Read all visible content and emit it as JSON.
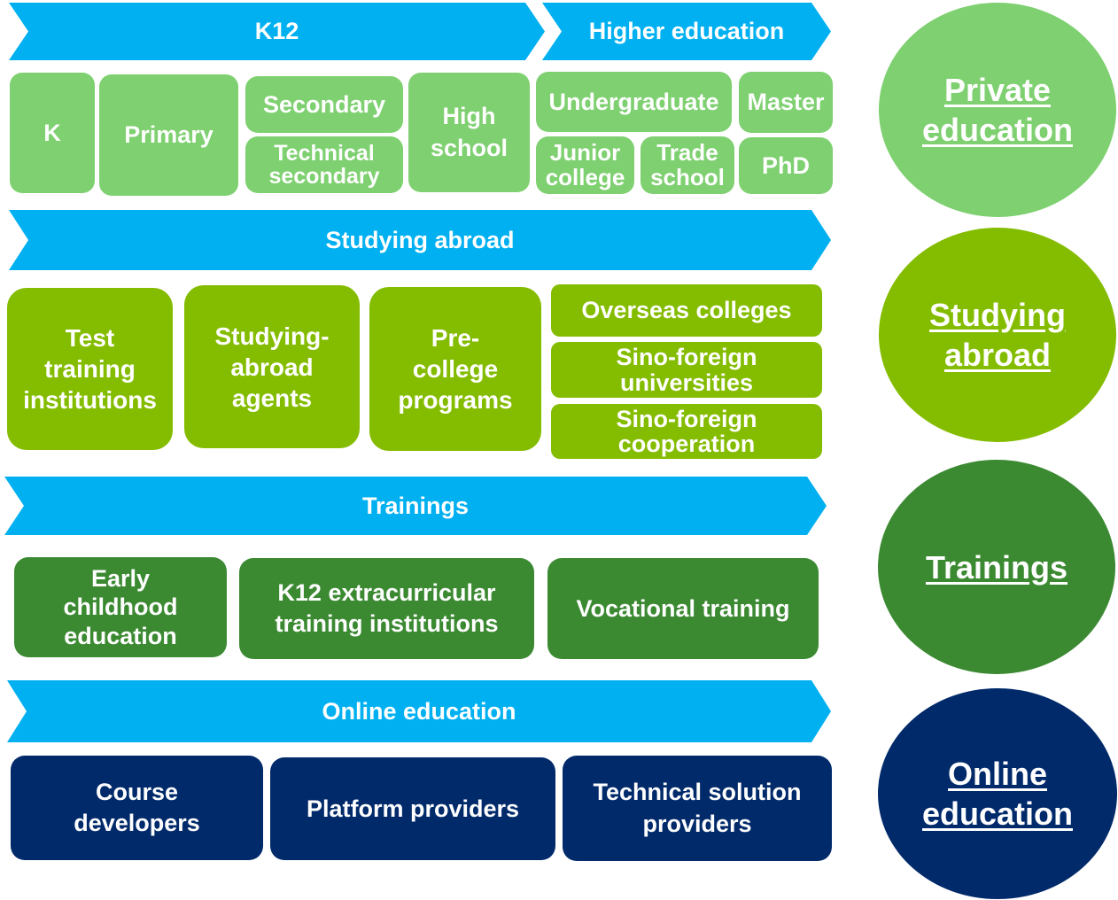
{
  "colors": {
    "arrow": "#00B0F0",
    "private": "#7ED070",
    "abroad": "#84BC00",
    "trainings": "#3B8A32",
    "online": "#012A6B"
  },
  "private_education": {
    "arrow_k12": "K12",
    "arrow_higher": "Higher education",
    "k": "K",
    "primary": "Primary",
    "secondary": "Secondary",
    "technical_secondary": "Technical\nsecondary",
    "high_school": "High\nschool",
    "undergraduate": "Undergraduate",
    "master": "Master",
    "junior_college": "Junior\ncollege",
    "trade_school": "Trade\nschool",
    "phd": "PhD"
  },
  "studying_abroad": {
    "arrow": "Studying abroad",
    "test_training": "Test\ntraining\ninstitutions",
    "agents": "Studying-\nabroad\nagents",
    "pre_college": "Pre-\ncollege\nprograms",
    "overseas_colleges": "Overseas colleges",
    "sino_universities": "Sino-foreign\nuniversities",
    "sino_cooperation": "Sino-foreign\ncooperation"
  },
  "trainings": {
    "arrow": "Trainings",
    "early_childhood": "Early\nchildhood\neducation",
    "k12_extracurricular": "K12 extracurricular\ntraining institutions",
    "vocational": "Vocational training"
  },
  "online_education": {
    "arrow": "Online education",
    "course_developers": "Course\ndevelopers",
    "platform_providers": "Platform providers",
    "technical_solution": "Technical solution\nproviders"
  },
  "circles": {
    "private": "Private\neducation",
    "abroad": "Studying\nabroad",
    "trainings": "Trainings",
    "online": "Online\neducation"
  }
}
